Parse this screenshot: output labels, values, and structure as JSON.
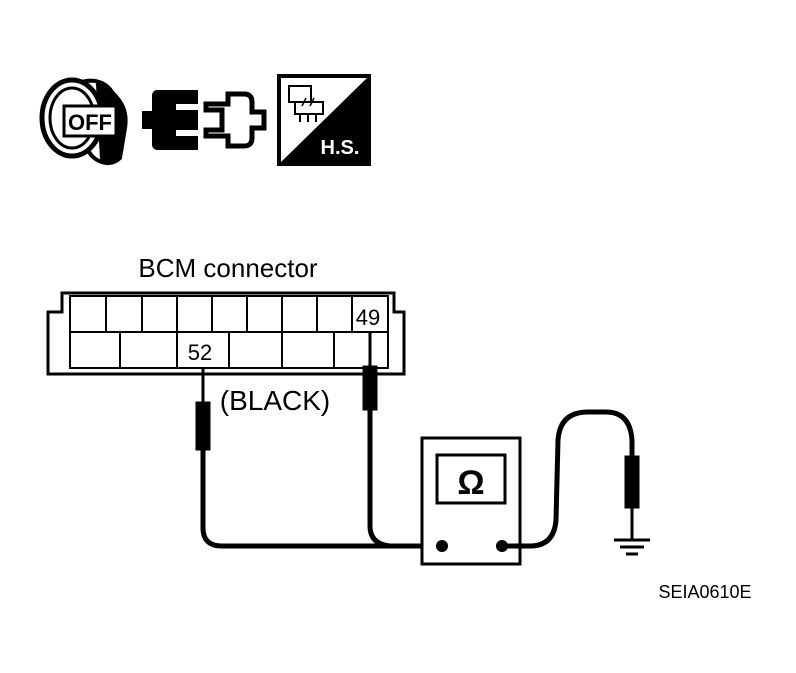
{
  "icons": {
    "ignition_key": {
      "icon": "ignition-key-off-icon",
      "text": "OFF"
    },
    "connector_disconnect": {
      "icon": "connector-disconnect-icon"
    },
    "harness_connector": {
      "icon": "harness-connector-hs-icon",
      "text": "H.S."
    }
  },
  "connector": {
    "title": "BCM connector",
    "terminal_a": "49",
    "terminal_b": "52",
    "probe_color": "(BLACK)"
  },
  "meter": {
    "symbol": "Ω"
  },
  "figure_id": "SEIA0610E",
  "colors": {
    "ink": "#000000",
    "paper": "#ffffff"
  }
}
